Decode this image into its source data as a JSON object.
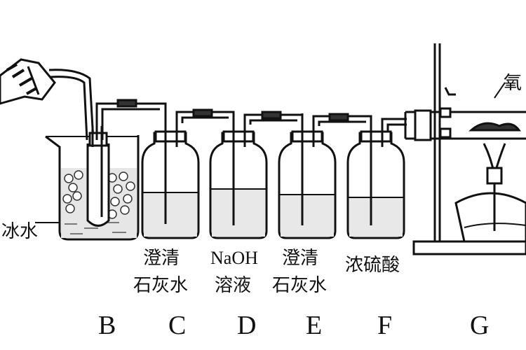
{
  "labels": {
    "ice_water": "冰水",
    "oxide": "氧",
    "reagents": [
      {
        "line1": "澄清",
        "line2": "石灰水"
      },
      {
        "line1": "NaOH",
        "line2": "溶液"
      },
      {
        "line1": "澄清",
        "line2": "石灰水"
      },
      {
        "line1": "浓硫酸",
        "line2": ""
      }
    ]
  },
  "apparatus_letters": [
    "B",
    "C",
    "D",
    "E",
    "F",
    "G"
  ]
}
